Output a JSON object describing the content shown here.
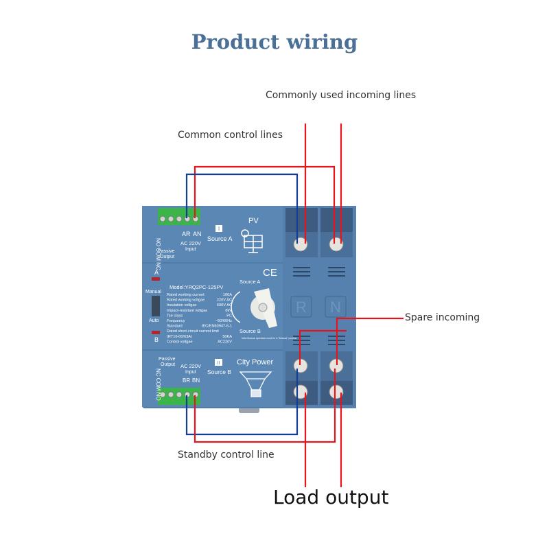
{
  "title": "Product wiring",
  "labels": {
    "commonly_used_incoming": "Commonly used incoming lines",
    "common_control": "Common control lines",
    "spare_incoming": "Spare incoming",
    "standby_control": "Standby control line",
    "load_output": "Load output"
  },
  "device": {
    "top": {
      "terminals": "NO COM NC",
      "passive": "Passive",
      "output": "Output",
      "input_ac": "AC 220V",
      "input": "Input",
      "ar": "AR",
      "an": "AN",
      "roman": "I",
      "source": "Source A",
      "brand": "PV"
    },
    "bottom": {
      "terminals": "NC COM NO",
      "passive": "Passive",
      "output": "Output",
      "input_ac": "AC 220V",
      "input": "Input",
      "br": "BR",
      "bn": "BN",
      "roman": "II",
      "source": "Source B",
      "brand": "City Power"
    },
    "middle": {
      "a": "A",
      "b": "B",
      "manual": "Manual",
      "auto": "Auto",
      "ce": "CE",
      "model": "Model:YRQ2PC-125PV",
      "specs": [
        [
          "Rated working current",
          "100A"
        ],
        [
          "Rated working voltgae",
          "220V AC"
        ],
        [
          "Insulation voltgae",
          "690V AC"
        ],
        [
          "Impact-resistant voltgae",
          "8kV"
        ],
        [
          "Tse class",
          "PC"
        ],
        [
          "Frequency",
          "~50/60Hz"
        ],
        [
          "Standard",
          "IEC/EN60947-6-1"
        ],
        [
          "Ratod short-circuit current limit",
          ""
        ],
        [
          "(RT16-00/63A)",
          "50KA"
        ],
        [
          "Control voltgae",
          "AC220V"
        ]
      ],
      "source_a": "Source A",
      "source_b": "Source B",
      "note": "Note:Manual operation must be in \"Manual\" position"
    },
    "poles": [
      "R",
      "N"
    ]
  },
  "colors": {
    "wire_live": "#e8141c",
    "wire_neutral": "#123f95",
    "device_body": "#5a87b4",
    "terminal_block": "#3bb54a",
    "title": "#4a7098"
  }
}
